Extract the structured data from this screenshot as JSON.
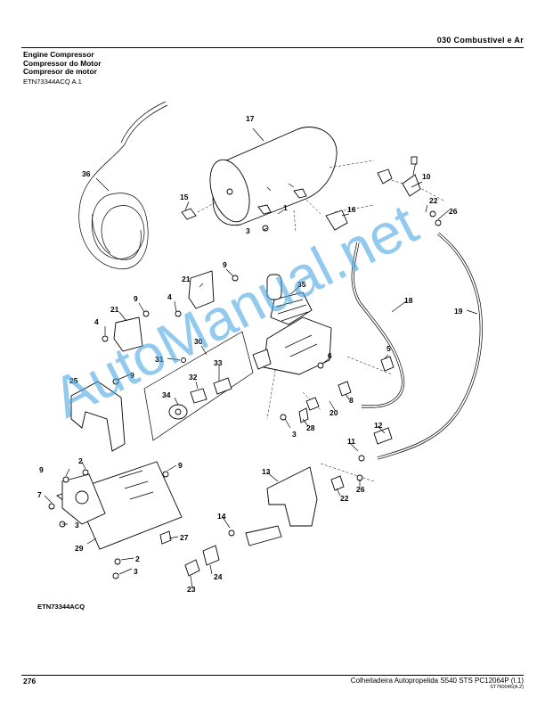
{
  "header": {
    "section": "030  Combustível  e  Ar",
    "titles": [
      "Engine Compressor",
      "Compressor do Motor",
      "Compresor de motor"
    ],
    "ref_code": "ETN73344ACQ A.1"
  },
  "figure": {
    "ref": "ETN73344ACQ",
    "watermark": "AutoManual.net",
    "callouts": [
      {
        "id": "c17",
        "label": "17"
      },
      {
        "id": "c36",
        "label": "36"
      },
      {
        "id": "c10",
        "label": "10"
      },
      {
        "id": "c15",
        "label": "15"
      },
      {
        "id": "c1",
        "label": "1"
      },
      {
        "id": "c16",
        "label": "16"
      },
      {
        "id": "c22a",
        "label": "22"
      },
      {
        "id": "c26a",
        "label": "26"
      },
      {
        "id": "c3a",
        "label": "3"
      },
      {
        "id": "c9a",
        "label": "9"
      },
      {
        "id": "c35",
        "label": "35"
      },
      {
        "id": "c21a",
        "label": "21"
      },
      {
        "id": "c9b",
        "label": "9"
      },
      {
        "id": "c4a",
        "label": "4"
      },
      {
        "id": "c18",
        "label": "18"
      },
      {
        "id": "c19",
        "label": "19"
      },
      {
        "id": "c21b",
        "label": "21"
      },
      {
        "id": "c4b",
        "label": "4"
      },
      {
        "id": "c30",
        "label": "30"
      },
      {
        "id": "c5",
        "label": "5"
      },
      {
        "id": "c31",
        "label": "31"
      },
      {
        "id": "c33",
        "label": "33"
      },
      {
        "id": "c6",
        "label": "6"
      },
      {
        "id": "c9c",
        "label": "9"
      },
      {
        "id": "c25",
        "label": "25"
      },
      {
        "id": "c32",
        "label": "32"
      },
      {
        "id": "c34",
        "label": "34"
      },
      {
        "id": "c8",
        "label": "8"
      },
      {
        "id": "c20",
        "label": "20"
      },
      {
        "id": "c3b",
        "label": "3"
      },
      {
        "id": "c28",
        "label": "28"
      },
      {
        "id": "c12",
        "label": "12"
      },
      {
        "id": "c11",
        "label": "11"
      },
      {
        "id": "c9d",
        "label": "9"
      },
      {
        "id": "c2a",
        "label": "2"
      },
      {
        "id": "c9e",
        "label": "9"
      },
      {
        "id": "c13",
        "label": "13"
      },
      {
        "id": "c7",
        "label": "7"
      },
      {
        "id": "c26b",
        "label": "26"
      },
      {
        "id": "c3c",
        "label": "3"
      },
      {
        "id": "c22b",
        "label": "22"
      },
      {
        "id": "c14",
        "label": "14"
      },
      {
        "id": "c29",
        "label": "29"
      },
      {
        "id": "c27",
        "label": "27"
      },
      {
        "id": "c2b",
        "label": "2"
      },
      {
        "id": "c3d",
        "label": "3"
      },
      {
        "id": "c24",
        "label": "24"
      },
      {
        "id": "c23",
        "label": "23"
      }
    ]
  },
  "footer": {
    "page": "276",
    "book": "Colheitadeira Autopropelida S540 STS    PC12064P    (I.1)",
    "sub": "ST760046(A.2)"
  }
}
